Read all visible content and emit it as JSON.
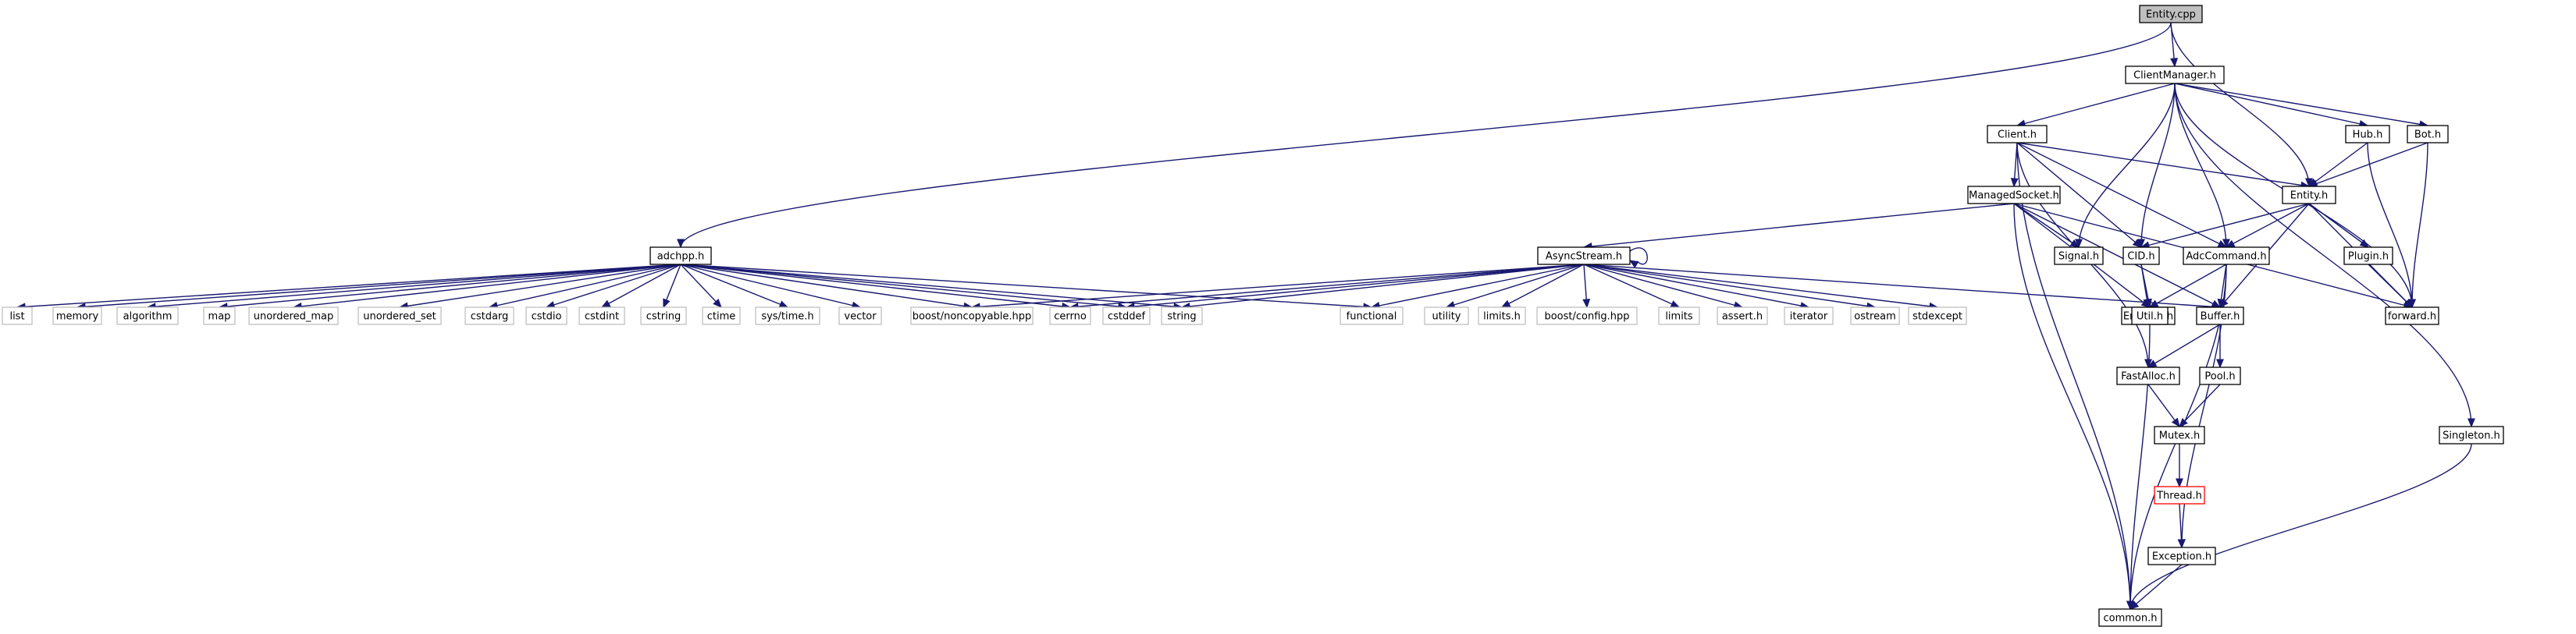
{
  "diagram": {
    "nodes": [
      {
        "id": "entity_cpp",
        "label": "Entity.cpp",
        "kind": "root"
      },
      {
        "id": "clientmanager_h",
        "label": "ClientManager.h",
        "kind": "documented"
      },
      {
        "id": "client_h",
        "label": "Client.h",
        "kind": "documented"
      },
      {
        "id": "hub_h",
        "label": "Hub.h",
        "kind": "documented"
      },
      {
        "id": "bot_h",
        "label": "Bot.h",
        "kind": "documented"
      },
      {
        "id": "entity_h",
        "label": "Entity.h",
        "kind": "documented"
      },
      {
        "id": "managedsocket_h",
        "label": "ManagedSocket.h",
        "kind": "documented"
      },
      {
        "id": "asyncstream_h",
        "label": "AsyncStream.h",
        "kind": "documented"
      },
      {
        "id": "adchpp_h",
        "label": "adchpp.h",
        "kind": "documented"
      },
      {
        "id": "signal_h",
        "label": "Signal.h",
        "kind": "documented"
      },
      {
        "id": "cid_h",
        "label": "CID.h",
        "kind": "documented"
      },
      {
        "id": "adccommand_h",
        "label": "AdcCommand.h",
        "kind": "documented"
      },
      {
        "id": "plugin_h",
        "label": "Plugin.h",
        "kind": "documented"
      },
      {
        "id": "forward_h",
        "label": "forward.h",
        "kind": "documented"
      },
      {
        "id": "encoder_h",
        "label": "Encoder.h",
        "kind": "documented"
      },
      {
        "id": "util_h",
        "label": "Util.h",
        "kind": "documented"
      },
      {
        "id": "buffer_h",
        "label": "Buffer.h",
        "kind": "documented"
      },
      {
        "id": "fastalloc_h",
        "label": "FastAlloc.h",
        "kind": "documented"
      },
      {
        "id": "pool_h",
        "label": "Pool.h",
        "kind": "documented"
      },
      {
        "id": "mutex_h",
        "label": "Mutex.h",
        "kind": "documented"
      },
      {
        "id": "thread_h",
        "label": "Thread.h",
        "kind": "incomplete"
      },
      {
        "id": "exception_h",
        "label": "Exception.h",
        "kind": "documented"
      },
      {
        "id": "singleton_h",
        "label": "Singleton.h",
        "kind": "documented"
      },
      {
        "id": "common_h",
        "label": "common.h",
        "kind": "documented"
      },
      {
        "id": "list",
        "label": "list",
        "kind": "external"
      },
      {
        "id": "memory",
        "label": "memory",
        "kind": "external"
      },
      {
        "id": "algorithm",
        "label": "algorithm",
        "kind": "external"
      },
      {
        "id": "map",
        "label": "map",
        "kind": "external"
      },
      {
        "id": "unordered_map",
        "label": "unordered_map",
        "kind": "external"
      },
      {
        "id": "unordered_set",
        "label": "unordered_set",
        "kind": "external"
      },
      {
        "id": "cstdarg",
        "label": "cstdarg",
        "kind": "external"
      },
      {
        "id": "cstdio",
        "label": "cstdio",
        "kind": "external"
      },
      {
        "id": "cstdint",
        "label": "cstdint",
        "kind": "external"
      },
      {
        "id": "cstring",
        "label": "cstring",
        "kind": "external"
      },
      {
        "id": "ctime",
        "label": "ctime",
        "kind": "external"
      },
      {
        "id": "sys_time_h",
        "label": "sys/time.h",
        "kind": "external"
      },
      {
        "id": "vector",
        "label": "vector",
        "kind": "external"
      },
      {
        "id": "boost_noncopyable",
        "label": "boost/noncopyable.hpp",
        "kind": "external"
      },
      {
        "id": "cerrno",
        "label": "cerrno",
        "kind": "external"
      },
      {
        "id": "cstddef",
        "label": "cstddef",
        "kind": "external"
      },
      {
        "id": "string",
        "label": "string",
        "kind": "external"
      },
      {
        "id": "functional",
        "label": "functional",
        "kind": "external"
      },
      {
        "id": "utility",
        "label": "utility",
        "kind": "external"
      },
      {
        "id": "limits_h",
        "label": "limits.h",
        "kind": "external"
      },
      {
        "id": "boost_config",
        "label": "boost/config.hpp",
        "kind": "external"
      },
      {
        "id": "limits",
        "label": "limits",
        "kind": "external"
      },
      {
        "id": "assert_h",
        "label": "assert.h",
        "kind": "external"
      },
      {
        "id": "iterator",
        "label": "iterator",
        "kind": "external"
      },
      {
        "id": "ostream",
        "label": "ostream",
        "kind": "external"
      },
      {
        "id": "stdexcept",
        "label": "stdexcept",
        "kind": "external"
      }
    ],
    "edges": [
      [
        "entity_cpp",
        "clientmanager_h"
      ],
      [
        "entity_cpp",
        "adchpp_h"
      ],
      [
        "entity_cpp",
        "entity_h"
      ],
      [
        "clientmanager_h",
        "client_h"
      ],
      [
        "clientmanager_h",
        "hub_h"
      ],
      [
        "clientmanager_h",
        "bot_h"
      ],
      [
        "clientmanager_h",
        "signal_h"
      ],
      [
        "clientmanager_h",
        "cid_h"
      ],
      [
        "clientmanager_h",
        "adccommand_h"
      ],
      [
        "clientmanager_h",
        "singleton_h"
      ],
      [
        "clientmanager_h",
        "forward_h"
      ],
      [
        "client_h",
        "entity_h"
      ],
      [
        "client_h",
        "managedsocket_h"
      ],
      [
        "client_h",
        "cid_h"
      ],
      [
        "client_h",
        "adccommand_h"
      ],
      [
        "client_h",
        "fastalloc_h"
      ],
      [
        "client_h",
        "common_h"
      ],
      [
        "hub_h",
        "entity_h"
      ],
      [
        "hub_h",
        "forward_h"
      ],
      [
        "bot_h",
        "entity_h"
      ],
      [
        "bot_h",
        "forward_h"
      ],
      [
        "entity_h",
        "cid_h"
      ],
      [
        "entity_h",
        "adccommand_h"
      ],
      [
        "entity_h",
        "plugin_h"
      ],
      [
        "entity_h",
        "buffer_h"
      ],
      [
        "entity_h",
        "forward_h"
      ],
      [
        "plugin_h",
        "forward_h"
      ],
      [
        "managedsocket_h",
        "asyncstream_h"
      ],
      [
        "managedsocket_h",
        "signal_h"
      ],
      [
        "managedsocket_h",
        "util_h"
      ],
      [
        "managedsocket_h",
        "buffer_h"
      ],
      [
        "managedsocket_h",
        "forward_h"
      ],
      [
        "managedsocket_h",
        "common_h"
      ],
      [
        "asyncstream_h",
        "asyncstream_h"
      ],
      [
        "asyncstream_h",
        "cerrno"
      ],
      [
        "asyncstream_h",
        "cstddef"
      ],
      [
        "asyncstream_h",
        "boost_noncopyable"
      ],
      [
        "asyncstream_h",
        "string"
      ],
      [
        "asyncstream_h",
        "functional"
      ],
      [
        "asyncstream_h",
        "utility"
      ],
      [
        "asyncstream_h",
        "limits_h"
      ],
      [
        "asyncstream_h",
        "boost_config"
      ],
      [
        "asyncstream_h",
        "limits"
      ],
      [
        "asyncstream_h",
        "assert_h"
      ],
      [
        "asyncstream_h",
        "iterator"
      ],
      [
        "asyncstream_h",
        "ostream"
      ],
      [
        "asyncstream_h",
        "stdexcept"
      ],
      [
        "asyncstream_h",
        "buffer_h"
      ],
      [
        "adchpp_h",
        "list"
      ],
      [
        "adchpp_h",
        "memory"
      ],
      [
        "adchpp_h",
        "algorithm"
      ],
      [
        "adchpp_h",
        "map"
      ],
      [
        "adchpp_h",
        "unordered_map"
      ],
      [
        "adchpp_h",
        "unordered_set"
      ],
      [
        "adchpp_h",
        "cstdarg"
      ],
      [
        "adchpp_h",
        "cstdio"
      ],
      [
        "adchpp_h",
        "cstdint"
      ],
      [
        "adchpp_h",
        "cstring"
      ],
      [
        "adchpp_h",
        "ctime"
      ],
      [
        "adchpp_h",
        "sys_time_h"
      ],
      [
        "adchpp_h",
        "vector"
      ],
      [
        "adchpp_h",
        "boost_noncopyable"
      ],
      [
        "adchpp_h",
        "cerrno"
      ],
      [
        "adchpp_h",
        "cstddef"
      ],
      [
        "adchpp_h",
        "string"
      ],
      [
        "adchpp_h",
        "functional"
      ],
      [
        "cid_h",
        "encoder_h"
      ],
      [
        "cid_h",
        "util_h"
      ],
      [
        "adccommand_h",
        "util_h"
      ],
      [
        "adccommand_h",
        "buffer_h"
      ],
      [
        "adccommand_h",
        "exception_h"
      ],
      [
        "adccommand_h",
        "common_h"
      ],
      [
        "util_h",
        "common_h"
      ],
      [
        "buffer_h",
        "fastalloc_h"
      ],
      [
        "buffer_h",
        "pool_h"
      ],
      [
        "fastalloc_h",
        "mutex_h"
      ],
      [
        "pool_h",
        "mutex_h"
      ],
      [
        "mutex_h",
        "thread_h"
      ],
      [
        "thread_h",
        "exception_h"
      ],
      [
        "exception_h",
        "common_h"
      ],
      [
        "singleton_h",
        "common_h"
      ]
    ]
  }
}
